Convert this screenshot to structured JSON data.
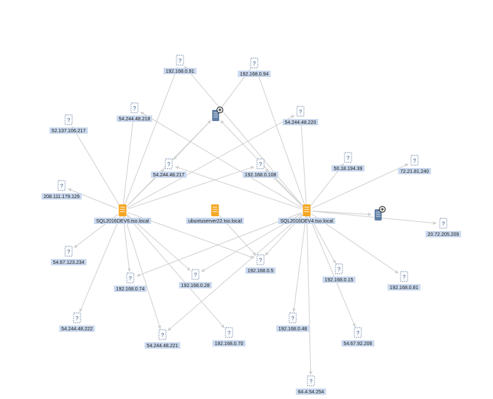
{
  "colors": {
    "server_orange": "#f5a623",
    "server_blue": "#5f7fa6",
    "label_bg": "#c9d8ee",
    "edge": "#cfcfcf"
  },
  "nodes": [
    {
      "id": "n1",
      "label": "192.168.0.91",
      "kind": "unknown",
      "icon": "unknown-host-icon"
    },
    {
      "id": "n2",
      "label": "192.168.0.94",
      "kind": "unknown",
      "icon": "unknown-host-icon"
    },
    {
      "id": "n3",
      "label": "54.244.48.218",
      "kind": "unknown",
      "icon": "unknown-host-icon"
    },
    {
      "id": "n4",
      "label": "",
      "kind": "group",
      "icon": "server-group-expand-icon"
    },
    {
      "id": "n5",
      "label": "54.244.48.220",
      "kind": "unknown",
      "icon": "unknown-host-icon"
    },
    {
      "id": "n6",
      "label": "52.137.106.217",
      "kind": "unknown",
      "icon": "unknown-host-icon"
    },
    {
      "id": "n7",
      "label": "54.244.48.217",
      "kind": "unknown",
      "icon": "unknown-host-icon"
    },
    {
      "id": "n8",
      "label": "192.168.0.108",
      "kind": "unknown",
      "icon": "unknown-host-icon"
    },
    {
      "id": "n9",
      "label": "50.18.194.39",
      "kind": "unknown",
      "icon": "unknown-host-icon"
    },
    {
      "id": "n10",
      "label": "72.21.81.240",
      "kind": "unknown",
      "icon": "unknown-host-icon"
    },
    {
      "id": "n11",
      "label": "208.111.179.129",
      "kind": "unknown",
      "icon": "unknown-host-icon"
    },
    {
      "id": "n12",
      "label": "SQL2016DEV6.tso.local",
      "kind": "server",
      "icon": "server-icon"
    },
    {
      "id": "n13",
      "label": "ubuntuserver22.tso.local",
      "kind": "server",
      "icon": "server-icon"
    },
    {
      "id": "n14",
      "label": "SQL2016DEV4.tso.local",
      "kind": "server",
      "icon": "server-icon"
    },
    {
      "id": "n15",
      "label": "",
      "kind": "group",
      "icon": "server-group-expand-icon"
    },
    {
      "id": "n16",
      "label": "20.72.205.209",
      "kind": "unknown",
      "icon": "unknown-host-icon"
    },
    {
      "id": "n17",
      "label": "54.67.123.234",
      "kind": "unknown",
      "icon": "unknown-host-icon"
    },
    {
      "id": "n18",
      "label": "192.168.0.5",
      "kind": "unknown",
      "icon": "unknown-host-icon"
    },
    {
      "id": "n19",
      "label": "192.168.0.74",
      "kind": "unknown",
      "icon": "unknown-host-icon"
    },
    {
      "id": "n20",
      "label": "192.168.0.28",
      "kind": "unknown",
      "icon": "unknown-host-icon"
    },
    {
      "id": "n21",
      "label": "192.168.0.15",
      "kind": "unknown",
      "icon": "unknown-host-icon"
    },
    {
      "id": "n22",
      "label": "192.168.0.81",
      "kind": "unknown",
      "icon": "unknown-host-icon"
    },
    {
      "id": "n23",
      "label": "54.244.48.222",
      "kind": "unknown",
      "icon": "unknown-host-icon"
    },
    {
      "id": "n24",
      "label": "192.168.0.48",
      "kind": "unknown",
      "icon": "unknown-host-icon"
    },
    {
      "id": "n25",
      "label": "54.67.92.206",
      "kind": "unknown",
      "icon": "unknown-host-icon"
    },
    {
      "id": "n26",
      "label": "54.244.48.221",
      "kind": "unknown",
      "icon": "unknown-host-icon"
    },
    {
      "id": "n27",
      "label": "192.168.0.70",
      "kind": "unknown",
      "icon": "unknown-host-icon"
    },
    {
      "id": "n28",
      "label": "64.4.54.254",
      "kind": "unknown",
      "icon": "unknown-host-icon"
    }
  ],
  "edges": [
    [
      "n12",
      "n1"
    ],
    [
      "n12",
      "n3"
    ],
    [
      "n12",
      "n4"
    ],
    [
      "n12",
      "n6"
    ],
    [
      "n12",
      "n7"
    ],
    [
      "n12",
      "n8"
    ],
    [
      "n12",
      "n11"
    ],
    [
      "n12",
      "n17"
    ],
    [
      "n12",
      "n19"
    ],
    [
      "n12",
      "n20"
    ],
    [
      "n12",
      "n23"
    ],
    [
      "n12",
      "n26"
    ],
    [
      "n12",
      "n27"
    ],
    [
      "n12",
      "n18"
    ],
    [
      "n12",
      "n5"
    ],
    [
      "n14",
      "n1"
    ],
    [
      "n14",
      "n2"
    ],
    [
      "n14",
      "n3"
    ],
    [
      "n14",
      "n4"
    ],
    [
      "n14",
      "n5"
    ],
    [
      "n14",
      "n7"
    ],
    [
      "n14",
      "n8"
    ],
    [
      "n14",
      "n9"
    ],
    [
      "n14",
      "n10"
    ],
    [
      "n14",
      "n15"
    ],
    [
      "n14",
      "n16"
    ],
    [
      "n14",
      "n18"
    ],
    [
      "n14",
      "n20"
    ],
    [
      "n14",
      "n21"
    ],
    [
      "n14",
      "n22"
    ],
    [
      "n14",
      "n24"
    ],
    [
      "n14",
      "n25"
    ],
    [
      "n14",
      "n26"
    ],
    [
      "n14",
      "n28"
    ],
    [
      "n14",
      "n19"
    ],
    [
      "n13",
      "n18"
    ],
    [
      "n2",
      "n4"
    ],
    [
      "n4",
      "n7"
    ]
  ]
}
